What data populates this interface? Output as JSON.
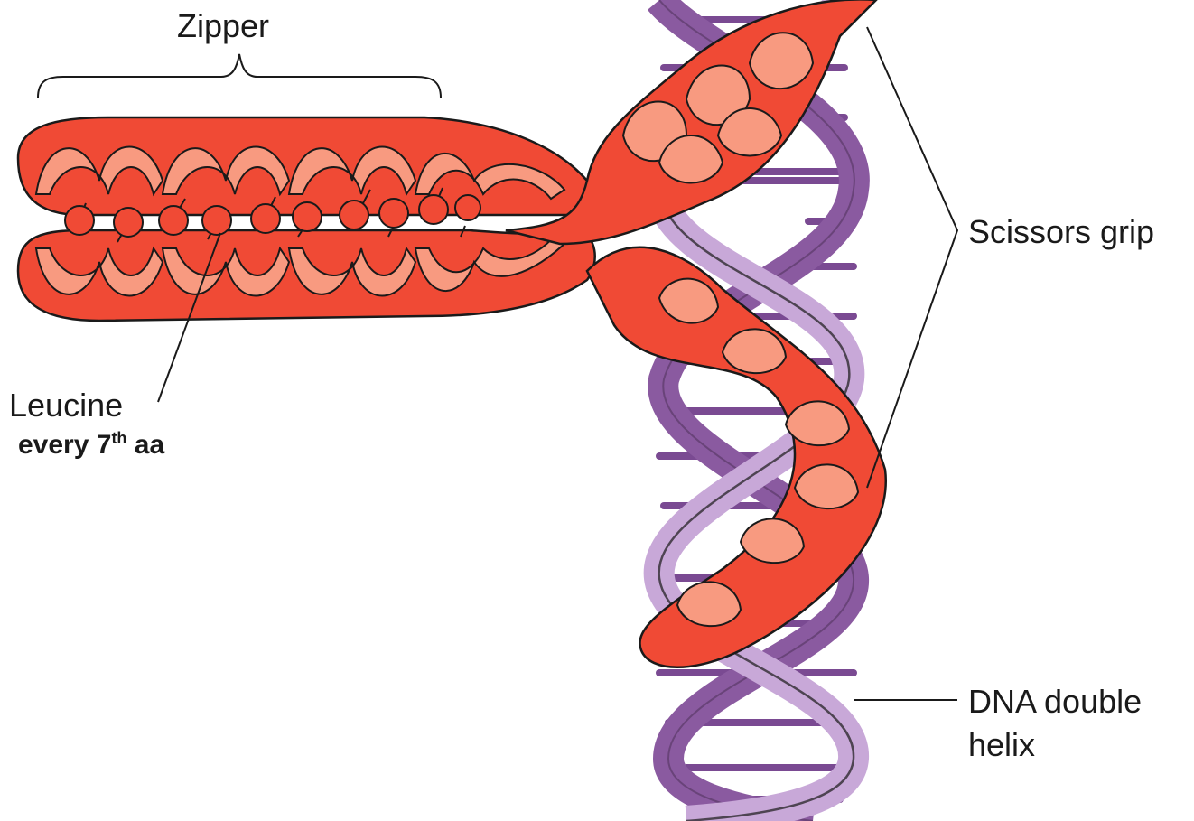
{
  "labels": {
    "zipper": "Zipper",
    "scissors": "Scissors grip",
    "leucine": "Leucine",
    "every_prefix": "every 7",
    "every_sup": "th",
    "every_suffix": " aa",
    "dna_line1": "DNA double",
    "dna_line2": "helix"
  },
  "colors": {
    "protein": "#f04a35",
    "protein_light": "#f89a80",
    "protein_dark": "#b83420",
    "dna_dark": "#8a5aa0",
    "dna_light": "#c8a8d8",
    "rung": "#7a4a92",
    "outline": "#1a1a1a"
  }
}
